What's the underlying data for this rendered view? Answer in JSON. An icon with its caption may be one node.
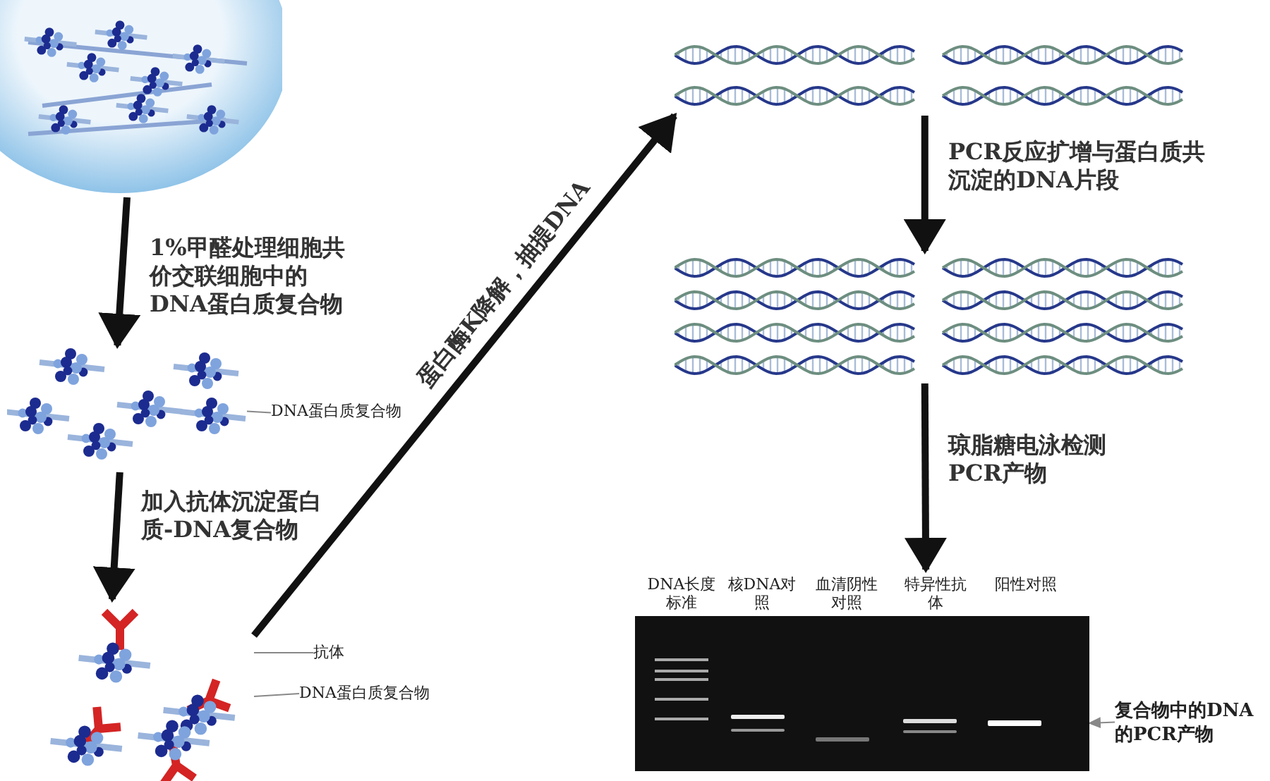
{
  "diagram": {
    "nodes": [
      {
        "text": [],
        "shape": "picture"
      },
      {
        "text": [],
        "shape": "picture"
      },
      {
        "text": [
          "DNA蛋白质复合物"
        ]
      },
      {
        "text": [],
        "shape": "picture"
      },
      {
        "text": [
          "抗体"
        ]
      },
      {
        "text": [
          "DNA蛋白质复合物"
        ]
      },
      {
        "text": [],
        "shape": "picture"
      },
      {
        "text": [],
        "shape": "picture"
      },
      {
        "text": [
          "DNA长度标准",
          "核DNA对照",
          "血清阴性对照",
          "特异性抗体",
          "阳性对照"
        ]
      },
      {
        "text": [
          "复合物中的DNA的PCR产物"
        ]
      }
    ],
    "edges": [
      {
        "from": 0,
        "to": 1,
        "arrow": "to",
        "label": "1%甲醛处理细胞共价交联细胞中的DNA蛋白质复合物"
      },
      {
        "from": 1,
        "to": 3,
        "arrow": "to",
        "label": "加入抗体沉淀蛋白质-DNA复合物"
      },
      {
        "from": 3,
        "to": 6,
        "arrow": "to",
        "label": "蛋白酶K降解，抽提DNA"
      },
      {
        "from": 6,
        "to": 7,
        "arrow": "to",
        "label": "PCR反应扩增与蛋白质共沉淀的DNA片段"
      },
      {
        "from": 7,
        "to": 8,
        "arrow": "to",
        "label": "琼脂糖电泳检测PCR产物"
      },
      {
        "from": 2,
        "to": 1,
        "arrow": "none",
        "color": "#888888"
      },
      {
        "from": 4,
        "to": 3,
        "arrow": "none",
        "color": "#888888"
      },
      {
        "from": 5,
        "to": 3,
        "arrow": "none",
        "color": "#888888"
      },
      {
        "from": 9,
        "to": 8,
        "arrow": "to",
        "color": "#888888"
      }
    ]
  }
}
